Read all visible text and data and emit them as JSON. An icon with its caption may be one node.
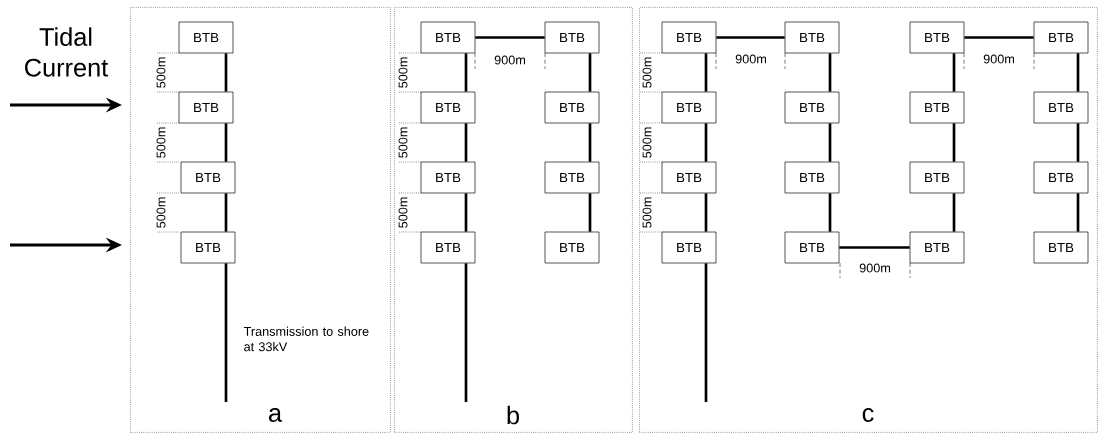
{
  "diagram": {
    "nodes": [
      {
        "text": [
          "a"
        ]
      },
      {
        "text": [
          "BTB"
        ],
        "in": 0
      },
      {
        "text": [
          "BTB"
        ],
        "in": 0
      },
      {
        "text": [
          "BTB"
        ],
        "in": 0
      },
      {
        "text": [
          "BTB"
        ],
        "in": 0
      },
      {
        "text": [
          "b"
        ]
      },
      {
        "text": [
          "BTB"
        ],
        "in": 5
      },
      {
        "text": [
          "BTB"
        ],
        "in": 5
      },
      {
        "text": [
          "BTB"
        ],
        "in": 5
      },
      {
        "text": [
          "BTB"
        ],
        "in": 5
      },
      {
        "text": [
          "BTB"
        ],
        "in": 5
      },
      {
        "text": [
          "BTB"
        ],
        "in": 5
      },
      {
        "text": [
          "BTB"
        ],
        "in": 5
      },
      {
        "text": [
          "BTB"
        ],
        "in": 5
      },
      {
        "text": [
          "c"
        ]
      },
      {
        "text": [
          "BTB"
        ],
        "in": 14
      },
      {
        "text": [
          "BTB"
        ],
        "in": 14
      },
      {
        "text": [
          "BTB"
        ],
        "in": 14
      },
      {
        "text": [
          "BTB"
        ],
        "in": 14
      },
      {
        "text": [
          "BTB"
        ],
        "in": 14
      },
      {
        "text": [
          "BTB"
        ],
        "in": 14
      },
      {
        "text": [
          "BTB"
        ],
        "in": 14
      },
      {
        "text": [
          "BTB"
        ],
        "in": 14
      },
      {
        "text": [
          "BTB"
        ],
        "in": 14
      },
      {
        "text": [
          "BTB"
        ],
        "in": 14
      },
      {
        "text": [
          "BTB"
        ],
        "in": 14
      },
      {
        "text": [
          "BTB"
        ],
        "in": 14
      },
      {
        "text": [
          "BTB"
        ],
        "in": 14
      },
      {
        "text": [
          "BTB"
        ],
        "in": 14
      },
      {
        "text": [
          "BTB"
        ],
        "in": 14
      },
      {
        "text": [
          "BTB"
        ],
        "in": 14
      }
    ],
    "edges": [
      {
        "from": 1,
        "to": 2,
        "arrow": "none"
      },
      {
        "from": 2,
        "to": 3,
        "arrow": "none"
      },
      {
        "from": 3,
        "to": 4,
        "arrow": "none"
      },
      {
        "from": 4,
        "to": null,
        "arrow": "none"
      },
      {
        "from": 6,
        "to": 7,
        "arrow": "none"
      },
      {
        "from": 6,
        "to": 8,
        "arrow": "none"
      },
      {
        "from": 8,
        "to": 10,
        "arrow": "none"
      },
      {
        "from": 10,
        "to": 12,
        "arrow": "none"
      },
      {
        "from": 7,
        "to": 9,
        "arrow": "none"
      },
      {
        "from": 9,
        "to": 11,
        "arrow": "none"
      },
      {
        "from": 11,
        "to": 13,
        "arrow": "none"
      },
      {
        "from": 12,
        "to": null,
        "arrow": "none"
      },
      {
        "from": 15,
        "to": 16,
        "arrow": "none"
      },
      {
        "from": 17,
        "to": 18,
        "arrow": "none"
      },
      {
        "from": 15,
        "to": 19,
        "arrow": "none"
      },
      {
        "from": 19,
        "to": 23,
        "arrow": "none"
      },
      {
        "from": 23,
        "to": 27,
        "arrow": "none"
      },
      {
        "from": 16,
        "to": 20,
        "arrow": "none"
      },
      {
        "from": 20,
        "to": 24,
        "arrow": "none"
      },
      {
        "from": 24,
        "to": 28,
        "arrow": "none"
      },
      {
        "from": 17,
        "to": 21,
        "arrow": "none"
      },
      {
        "from": 21,
        "to": 25,
        "arrow": "none"
      },
      {
        "from": 25,
        "to": 29,
        "arrow": "none"
      },
      {
        "from": 18,
        "to": 22,
        "arrow": "none"
      },
      {
        "from": 22,
        "to": 26,
        "arrow": "none"
      },
      {
        "from": 26,
        "to": 30,
        "arrow": "none"
      },
      {
        "from": 28,
        "to": 29,
        "arrow": "none"
      },
      {
        "from": 27,
        "to": null,
        "arrow": "none"
      }
    ],
    "labels": [
      "Tidal Current",
      "500m",
      "500m",
      "500m",
      "Transmission to shore at 33kV",
      "500m",
      "500m",
      "500m",
      "900m",
      "500m",
      "500m",
      "500m",
      "900m",
      "900m",
      "900m"
    ]
  }
}
